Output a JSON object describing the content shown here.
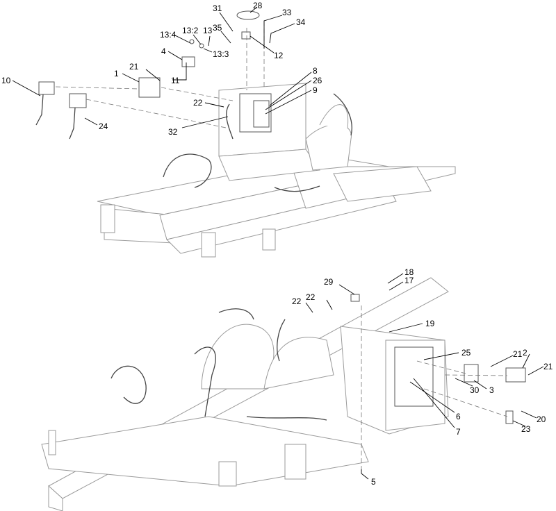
{
  "callouts": {
    "c1": "1",
    "c2": "2",
    "c3": "3",
    "c4": "4",
    "c5": "5",
    "c6": "6",
    "c7": "7",
    "c8": "8",
    "c9": "9",
    "c10": "10",
    "c11": "11",
    "c12": "12",
    "c13": "13",
    "c13_2": "13:2",
    "c13_3": "13:3",
    "c13_4": "13:4",
    "c17": "17",
    "c18": "18",
    "c19": "19",
    "c20": "20",
    "c21a": "21",
    "c21b": "21",
    "c21c": "21",
    "c22a": "22",
    "c22b": "22",
    "c22c": "22",
    "c23": "23",
    "c24": "24",
    "c25": "25",
    "c26": "26",
    "c28": "28",
    "c29": "29",
    "c30": "30",
    "c31": "31",
    "c32": "32",
    "c33": "33",
    "c34": "34",
    "c35": "35"
  },
  "colors": {
    "line": "#000000",
    "part": "#9a9a9a",
    "background": "#ffffff"
  }
}
